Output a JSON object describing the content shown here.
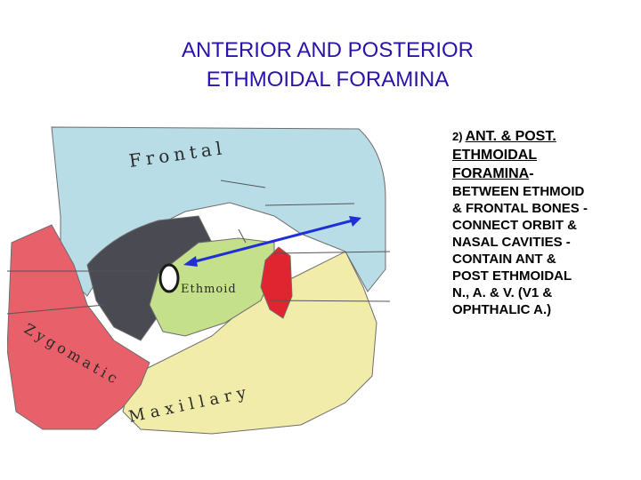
{
  "slide": {
    "title_lines": [
      "ANTERIOR AND POSTERIOR",
      "ETHMOIDAL FORAMINA"
    ]
  },
  "figure": {
    "bone_labels": {
      "frontal": "Frontal",
      "ethmoid": "Ethmoid",
      "zygomatic": "Zygomatic",
      "maxillary": "Maxillary"
    },
    "colors": {
      "frontal": "#b9dde6",
      "zygomatic": "#e8606a",
      "maxillary": "#f1ecaa",
      "ethmoid": "#c4e08a",
      "lacrimal_groove": "#e02430",
      "orbit_shadow": "#4a4a52",
      "arrow": "#1f2fd6"
    },
    "icons": [
      "double-headed-arrow-icon"
    ]
  },
  "notes": {
    "number": "2)",
    "heading_lines": [
      "ANT. & POST.",
      "ETHMOIDAL",
      "FORAMINA"
    ],
    "heading_suffix": "-",
    "body_lines": [
      "BETWEEN ETHMOID",
      "& FRONTAL BONES -",
      "CONNECT ORBIT &",
      "NASAL CAVITIES -",
      "CONTAIN ANT &",
      "POST ETHMOIDAL",
      "N., A. & V. (V1 &",
      "OPHTHALIC A.)"
    ]
  }
}
